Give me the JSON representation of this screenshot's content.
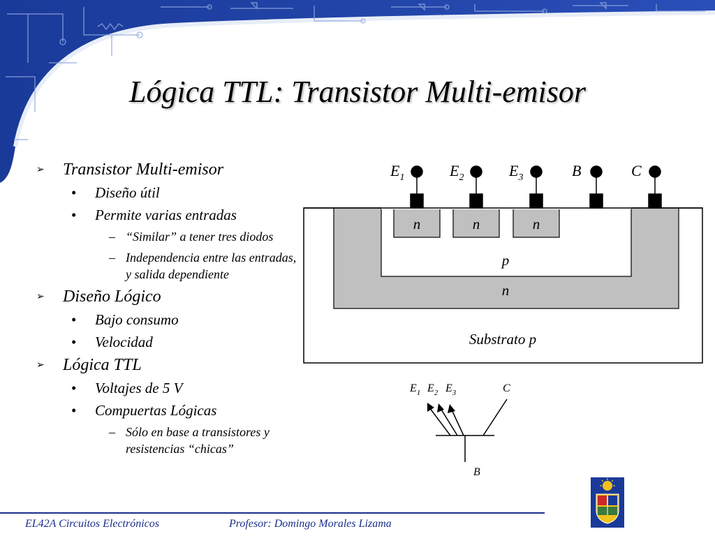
{
  "slide": {
    "title": "Lógica TTL: Transistor Multi-emisor",
    "bullets": [
      {
        "level": 1,
        "text": "Transistor Multi-emisor"
      },
      {
        "level": 2,
        "text": "Diseño útil"
      },
      {
        "level": 2,
        "text": "Permite varias entradas"
      },
      {
        "level": 3,
        "text": "“Similar” a tener tres diodos"
      },
      {
        "level": 3,
        "text": "Independencia entre las entradas, y salida dependiente"
      },
      {
        "level": 1,
        "text": "Diseño Lógico"
      },
      {
        "level": 2,
        "text": "Bajo consumo"
      },
      {
        "level": 2,
        "text": "Velocidad"
      },
      {
        "level": 1,
        "text": "Lógica TTL"
      },
      {
        "level": 2,
        "text": "Voltajes de 5 V"
      },
      {
        "level": 2,
        "text": "Compuertas Lógicas"
      },
      {
        "level": 3,
        "text": "Sólo en base a transistores y resistencias “chicas”"
      }
    ],
    "markers": {
      "level1": "➢",
      "level2": "•",
      "level3": "–"
    }
  },
  "cross_section": {
    "terminals": [
      {
        "name": "E",
        "sub": "1"
      },
      {
        "name": "E",
        "sub": "2"
      },
      {
        "name": "E",
        "sub": "3"
      },
      {
        "name": "B",
        "sub": ""
      },
      {
        "name": "C",
        "sub": ""
      }
    ],
    "emitter_regions": [
      "n",
      "n",
      "n"
    ],
    "base_label": "p",
    "collector_label": "n",
    "substrate_label": "Substrato p"
  },
  "symbol": {
    "emitters": [
      {
        "name": "E",
        "sub": "1"
      },
      {
        "name": "E",
        "sub": "2"
      },
      {
        "name": "E",
        "sub": "3"
      }
    ],
    "collector": "C",
    "base": "B"
  },
  "footer": {
    "course": "EL42A Circuitos Electrónicos",
    "professor": "Profesor: Domingo Morales Lizama"
  },
  "colors": {
    "banner_blue": "#1a3a99",
    "footer_blue": "#1a2e8c",
    "region_gray": "#c0c0c0"
  }
}
